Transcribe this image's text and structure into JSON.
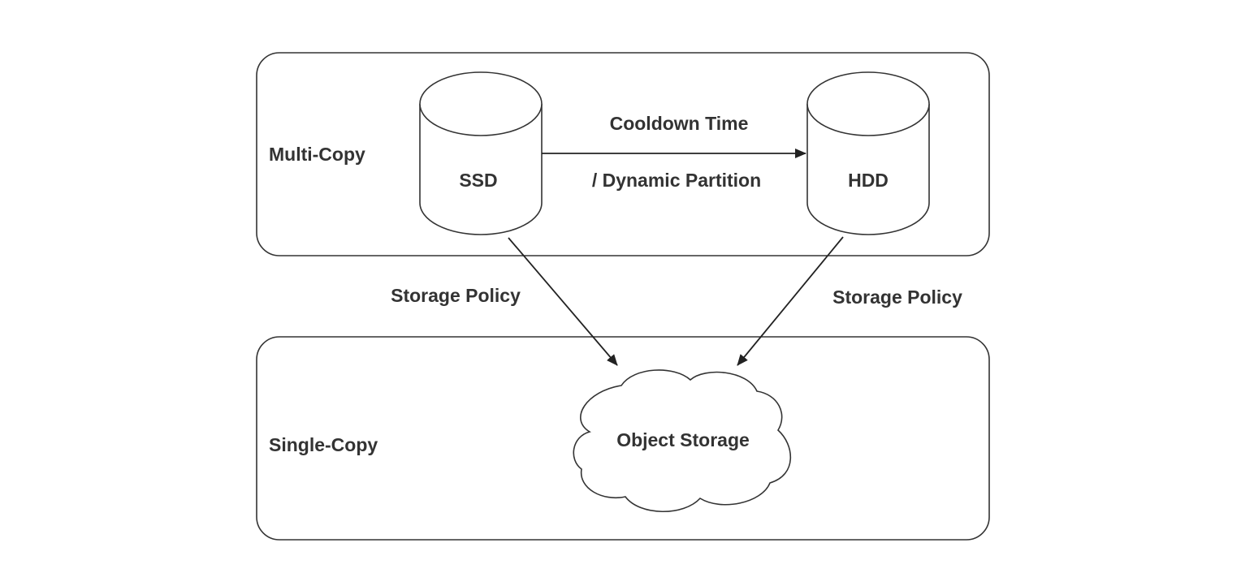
{
  "tiers": {
    "multi_copy": {
      "label": "Multi-Copy"
    },
    "single_copy": {
      "label": "Single-Copy"
    }
  },
  "nodes": {
    "ssd": {
      "label": "SSD"
    },
    "hdd": {
      "label": "HDD"
    },
    "object_storage": {
      "label": "Object Storage"
    }
  },
  "edges": {
    "ssd_to_hdd": {
      "label_line1": "Cooldown Time",
      "label_line2": "/ Dynamic Partition"
    },
    "ssd_to_object": {
      "label": "Storage Policy"
    },
    "hdd_to_object": {
      "label": "Storage Policy"
    }
  },
  "colors": {
    "stroke": "#333333",
    "text": "#333333",
    "background": "#ffffff"
  }
}
